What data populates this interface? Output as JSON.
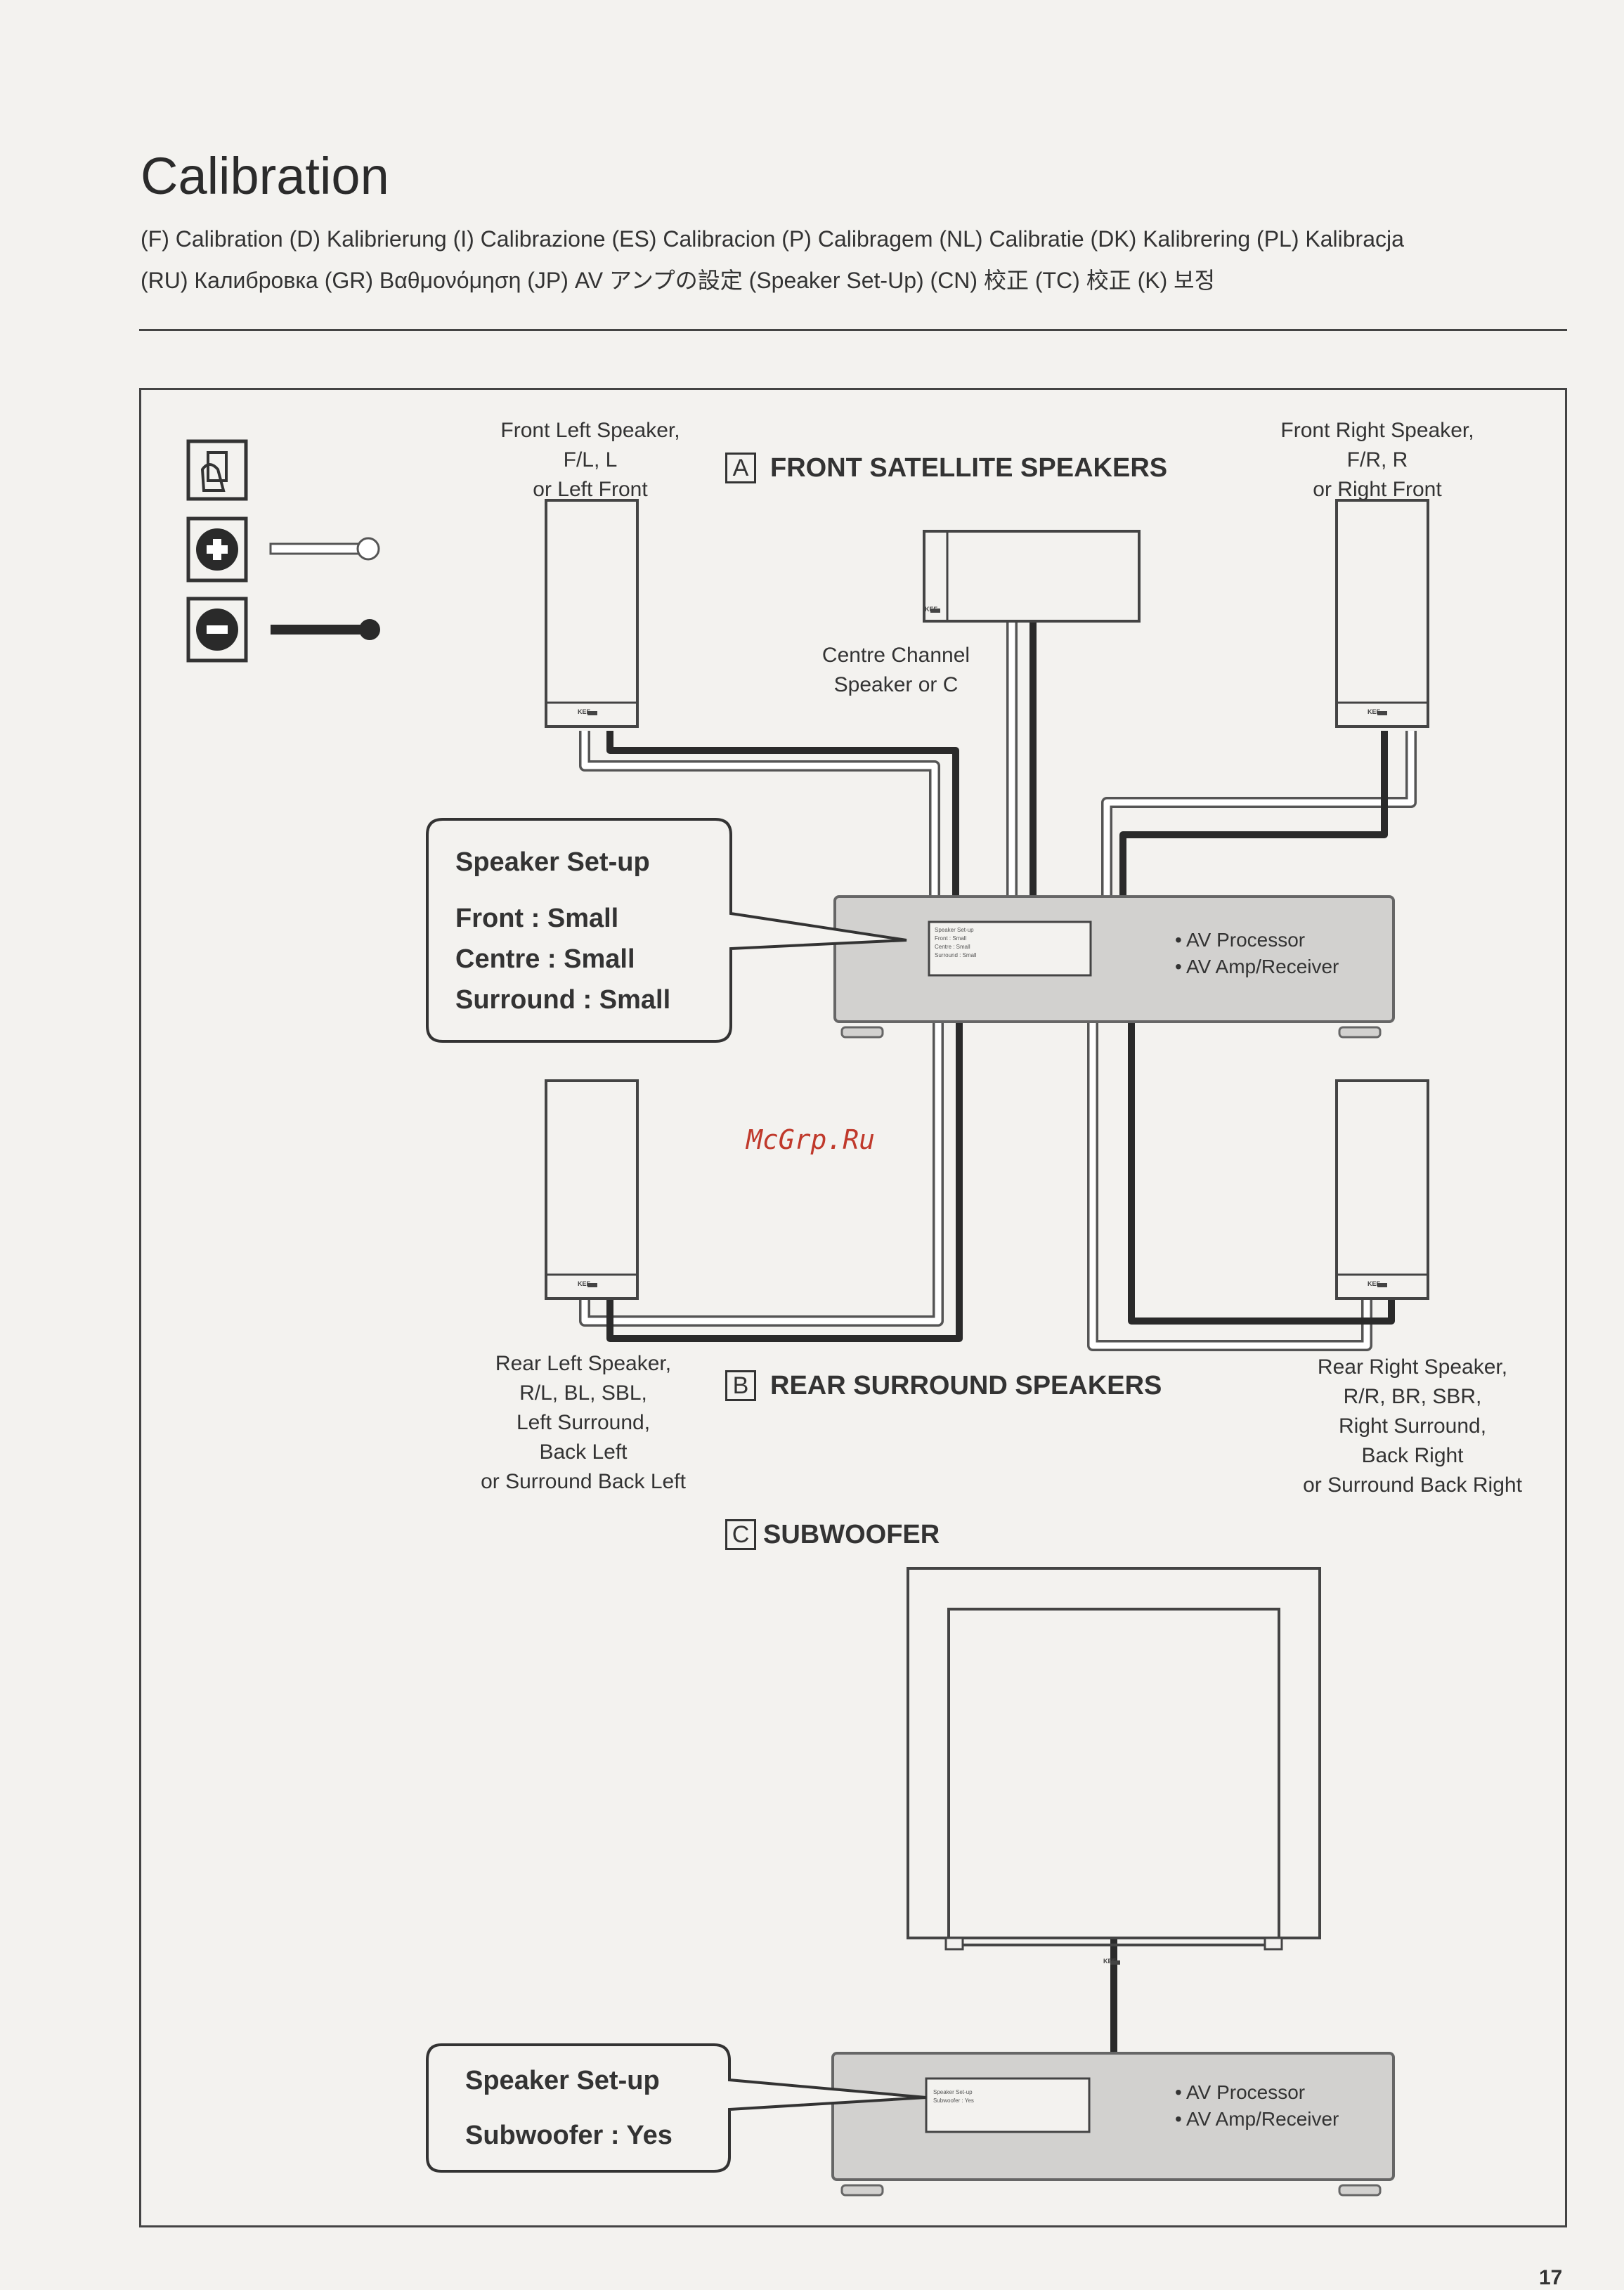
{
  "header": {
    "title": "Calibration",
    "translations_line1": "(F) Calibration   (D) Kalibrierung   (I) Calibrazione   (ES) Calibracion   (P) Calibragem   (NL) Calibratie   (DK) Kalibrering   (PL) Kalibracja",
    "translations_line2": "(RU) Калибровка   (GR) Βαθμονόμηση   (JP) AV アンプの設定 (Speaker Set-Up)    (CN) 校正   (TC) 校正   (K) 보정"
  },
  "sections": {
    "a_letter": "A",
    "a_title": "FRONT SATELLITE SPEAKERS",
    "b_letter": "B",
    "b_title": "REAR SURROUND SPEAKERS",
    "c_letter": "C",
    "c_title": "SUBWOOFER"
  },
  "speakers": {
    "front_left": "Front Left Speaker,\nF/L, L\nor Left Front",
    "front_right": "Front Right Speaker,\nF/R, R\nor Right Front",
    "centre": "Centre Channel\nSpeaker or C",
    "rear_left": "Rear Left Speaker,\nR/L, BL, SBL,\nLeft Surround,\nBack Left\nor Surround Back Left",
    "rear_right": "Rear Right Speaker,\nR/R, BR, SBR,\nRight Surround,\nBack Right\nor Surround Back Right",
    "brand": "KEF"
  },
  "callout_top": {
    "heading": "Speaker Set-up",
    "line1": "Front : Small",
    "line2": "Centre : Small",
    "line3": "Surround : Small"
  },
  "callout_bottom": {
    "heading": "Speaker Set-up",
    "line1": "Subwoofer : Yes"
  },
  "processor": {
    "item1": "• AV Processor",
    "item2": "• AV Amp/Receiver"
  },
  "lcd_top": [
    "Speaker Set-up",
    "Front : Small",
    "Centre : Small",
    "Surround : Small"
  ],
  "lcd_bottom": [
    "Speaker Set-up",
    "Subwoofer : Yes"
  ],
  "watermark": "McGrp.Ru",
  "page_number": "17",
  "colors": {
    "processor_fill": "#d2d1cf",
    "positive_cable": "#ffffff",
    "negative_cable": "#2a2a2a"
  }
}
